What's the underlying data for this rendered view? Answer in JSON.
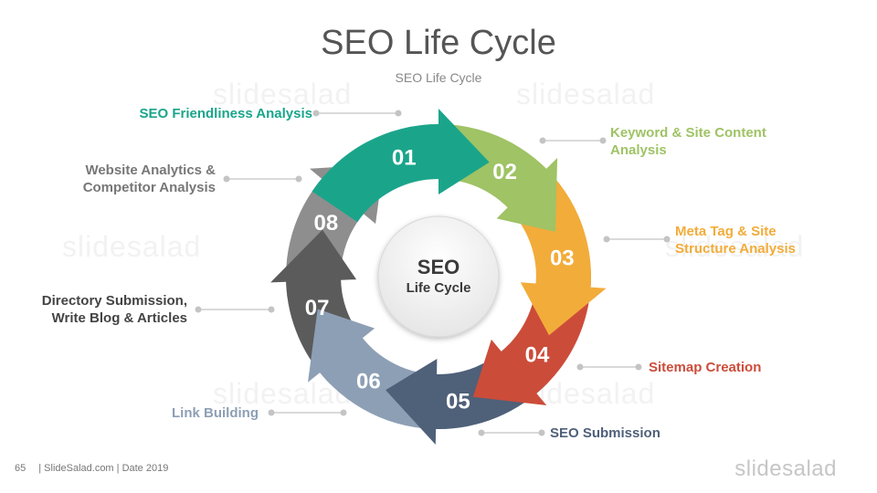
{
  "title": "SEO Life Cycle",
  "subtitle": "SEO Life Cycle",
  "center": {
    "line1": "SEO",
    "line2": "Life Cycle"
  },
  "steps": [
    {
      "num": "01",
      "label": "SEO Friendliness Analysis",
      "color": "#1aa58b"
    },
    {
      "num": "02",
      "label": "Keyword & Site Content Analysis",
      "color": "#9fc365"
    },
    {
      "num": "03",
      "label": "Meta Tag & Site Structure Analysis",
      "color": "#f2ac3a"
    },
    {
      "num": "04",
      "label": "Sitemap Creation",
      "color": "#cc4c3a"
    },
    {
      "num": "05",
      "label": "SEO Submission",
      "color": "#4f6079"
    },
    {
      "num": "06",
      "label": "Link Building",
      "color": "#8d9fb5"
    },
    {
      "num": "07",
      "label": "Directory Submission, Write Blog & Articles",
      "color": "#5b5b5b"
    },
    {
      "num": "08",
      "label": "Website Analytics & Competitor Analysis",
      "color": "#8e8e8e"
    }
  ],
  "labels": {
    "s01": "SEO Friendliness Analysis",
    "s02a": "Keyword & Site Content",
    "s02b": "Analysis",
    "s03a": "Meta Tag & Site",
    "s03b": "Structure Analysis",
    "s04": "Sitemap Creation",
    "s05": "SEO Submission",
    "s06": "Link Building",
    "s07a": "Directory Submission,",
    "s07b": "Write Blog & Articles",
    "s08a": "Website Analytics &",
    "s08b": "Competitor Analysis"
  },
  "footer": {
    "page": "65",
    "text": "| SlideSalad.com | Date 2019"
  },
  "brand": "slidesalad",
  "watermark": "slidesalad"
}
